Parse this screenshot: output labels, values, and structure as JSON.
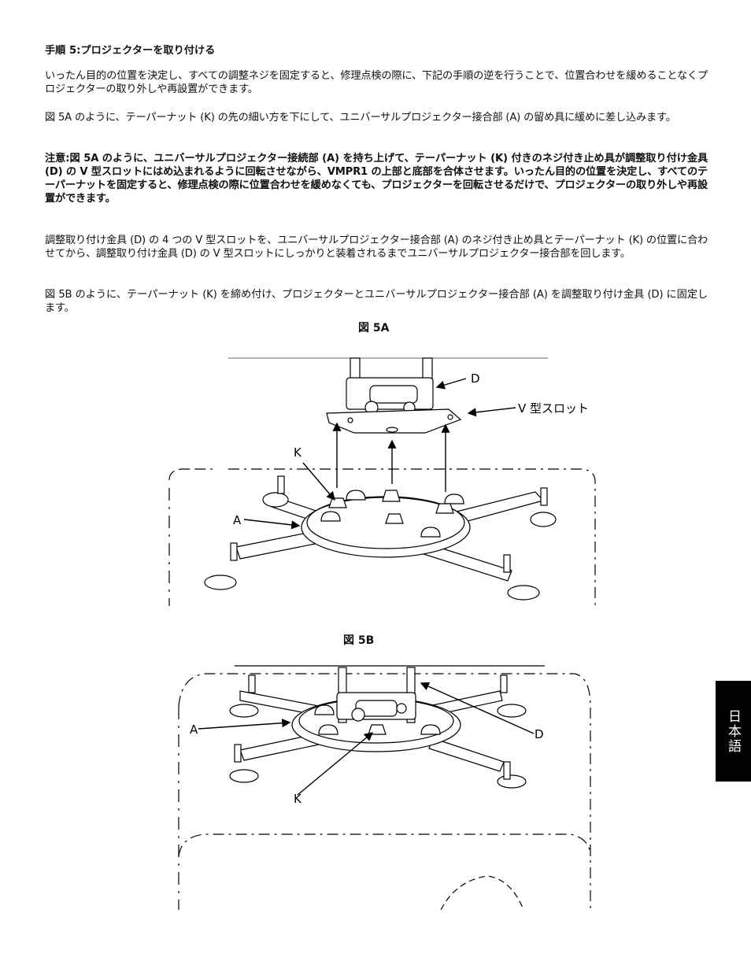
{
  "step_title": "手順 5:プロジェクターを取り付ける",
  "paragraphs": {
    "p1": "いったん目的の位置を決定し、すべての調整ネジを固定すると、修理点検の際に、下記の手順の逆を行うことで、位置合わせを緩めることなくプロジェクターの取り外しや再設置ができます。",
    "p2": "図 5A のように、テーパーナット (K) の先の細い方を下にして、ユニバーサルプロジェクター接合部 (A) の留め具に緩めに差し込みます。",
    "note": "注意:図 5A のように、ユニバーサルプロジェクター接続部 (A) を持ち上げて、テーパーナット (K) 付きのネジ付き止め具が調整取り付け金具 (D) の V 型スロットにはめ込まれるように回転させながら、VMPR1 の上部と底部を合体させます。いったん目的の位置を決定し、すべてのテーパーナットを固定すると、修理点検の際に位置合わせを緩めなくても、プロジェクターを回転させるだけで、プロジェクターの取り外しや再設置ができます。",
    "p3": "調整取り付け金具 (D) の 4 つの V 型スロットを、ユニバーサルプロジェクター接合部 (A) のネジ付き止め具とテーパーナット (K) の位置に合わせてから、調整取り付け金具 (D) の V 型スロットにしっかりと装着されるまでユニバーサルプロジェクター接合部を回します。",
    "p4": "図 5B のように、テーパーナット (K) を締め付け、プロジェクターとユニバーサルプロジェクター接合部 (A) を調整取り付け金具 (D) に固定します。"
  },
  "figure_5a": {
    "caption": "図 5A",
    "labels": {
      "d": "D",
      "v_slot": "V 型スロット",
      "k": "K",
      "a": "A"
    }
  },
  "figure_5b": {
    "caption": "図 5B",
    "labels": {
      "a": "A",
      "d": "D",
      "k": "K"
    }
  },
  "language_tab": "日本語"
}
